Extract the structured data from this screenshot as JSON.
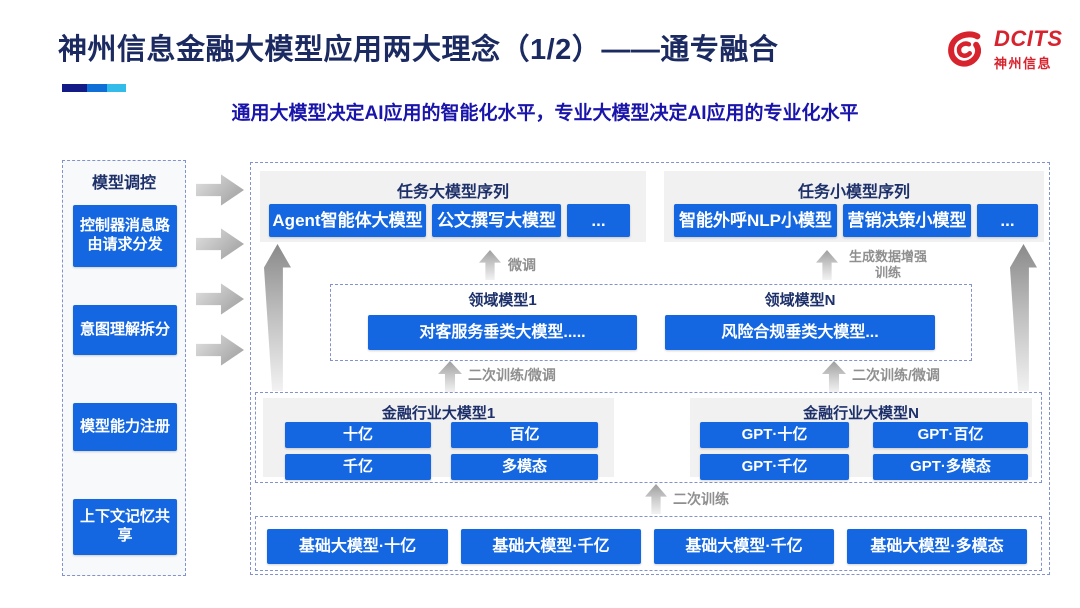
{
  "slide": {
    "title": "神州信息金融大模型应用两大理念（1/2）——通专融合",
    "subtitle": "通用大模型决定AI应用的智能化水平，专业大模型决定AI应用的专业化水平"
  },
  "logo": {
    "brand": "DCITS",
    "company": "神州信息"
  },
  "sidebar": {
    "header": "模型调控",
    "items": [
      "控制器消息路由请求分发",
      "意图理解拆分",
      "模型能力注册",
      "上下文记忆共享"
    ]
  },
  "task_large_models": {
    "title": "任务大模型序列",
    "items": [
      "Agent智能体大模型",
      "公文撰写大模型",
      "..."
    ]
  },
  "task_small_models": {
    "title": "任务小模型序列",
    "items": [
      "智能外呼NLP小模型",
      "营销决策小模型",
      "..."
    ]
  },
  "domain_models": {
    "groups": [
      {
        "title": "领域模型1",
        "item": "对客服务垂类大模型....."
      },
      {
        "title": "领域模型N",
        "item": "风险合规垂类大模型..."
      }
    ]
  },
  "industry_models": {
    "groups": [
      {
        "title": "金融行业大模型1",
        "items": [
          "十亿",
          "百亿",
          "千亿",
          "多模态"
        ]
      },
      {
        "title": "金融行业大模型N",
        "items": [
          "GPT·十亿",
          "GPT·百亿",
          "GPT·千亿",
          "GPT·多模态"
        ]
      }
    ]
  },
  "base_models": {
    "items": [
      "基础大模型·十亿",
      "基础大模型·千亿",
      "基础大模型·千亿",
      "基础大模型·多模态"
    ]
  },
  "arrow_labels": {
    "finetune": "微调",
    "gen_data_training": "生成数据增强\n训练",
    "secondary_training_finetune_left": "二次训练/微调",
    "secondary_training_finetune_right": "二次训练/微调",
    "secondary_training": "二次训练"
  },
  "colors": {
    "primary_blue": "#1467e0",
    "navy_text": "#1d3069",
    "title_navy": "#1b2a60",
    "subtitle_blue": "#1a15aa",
    "logo_red": "#d7232e",
    "label_gray": "#8f8f8f",
    "accent_bar": [
      "#131c86",
      "#0f6fd6",
      "#33bbea"
    ]
  }
}
